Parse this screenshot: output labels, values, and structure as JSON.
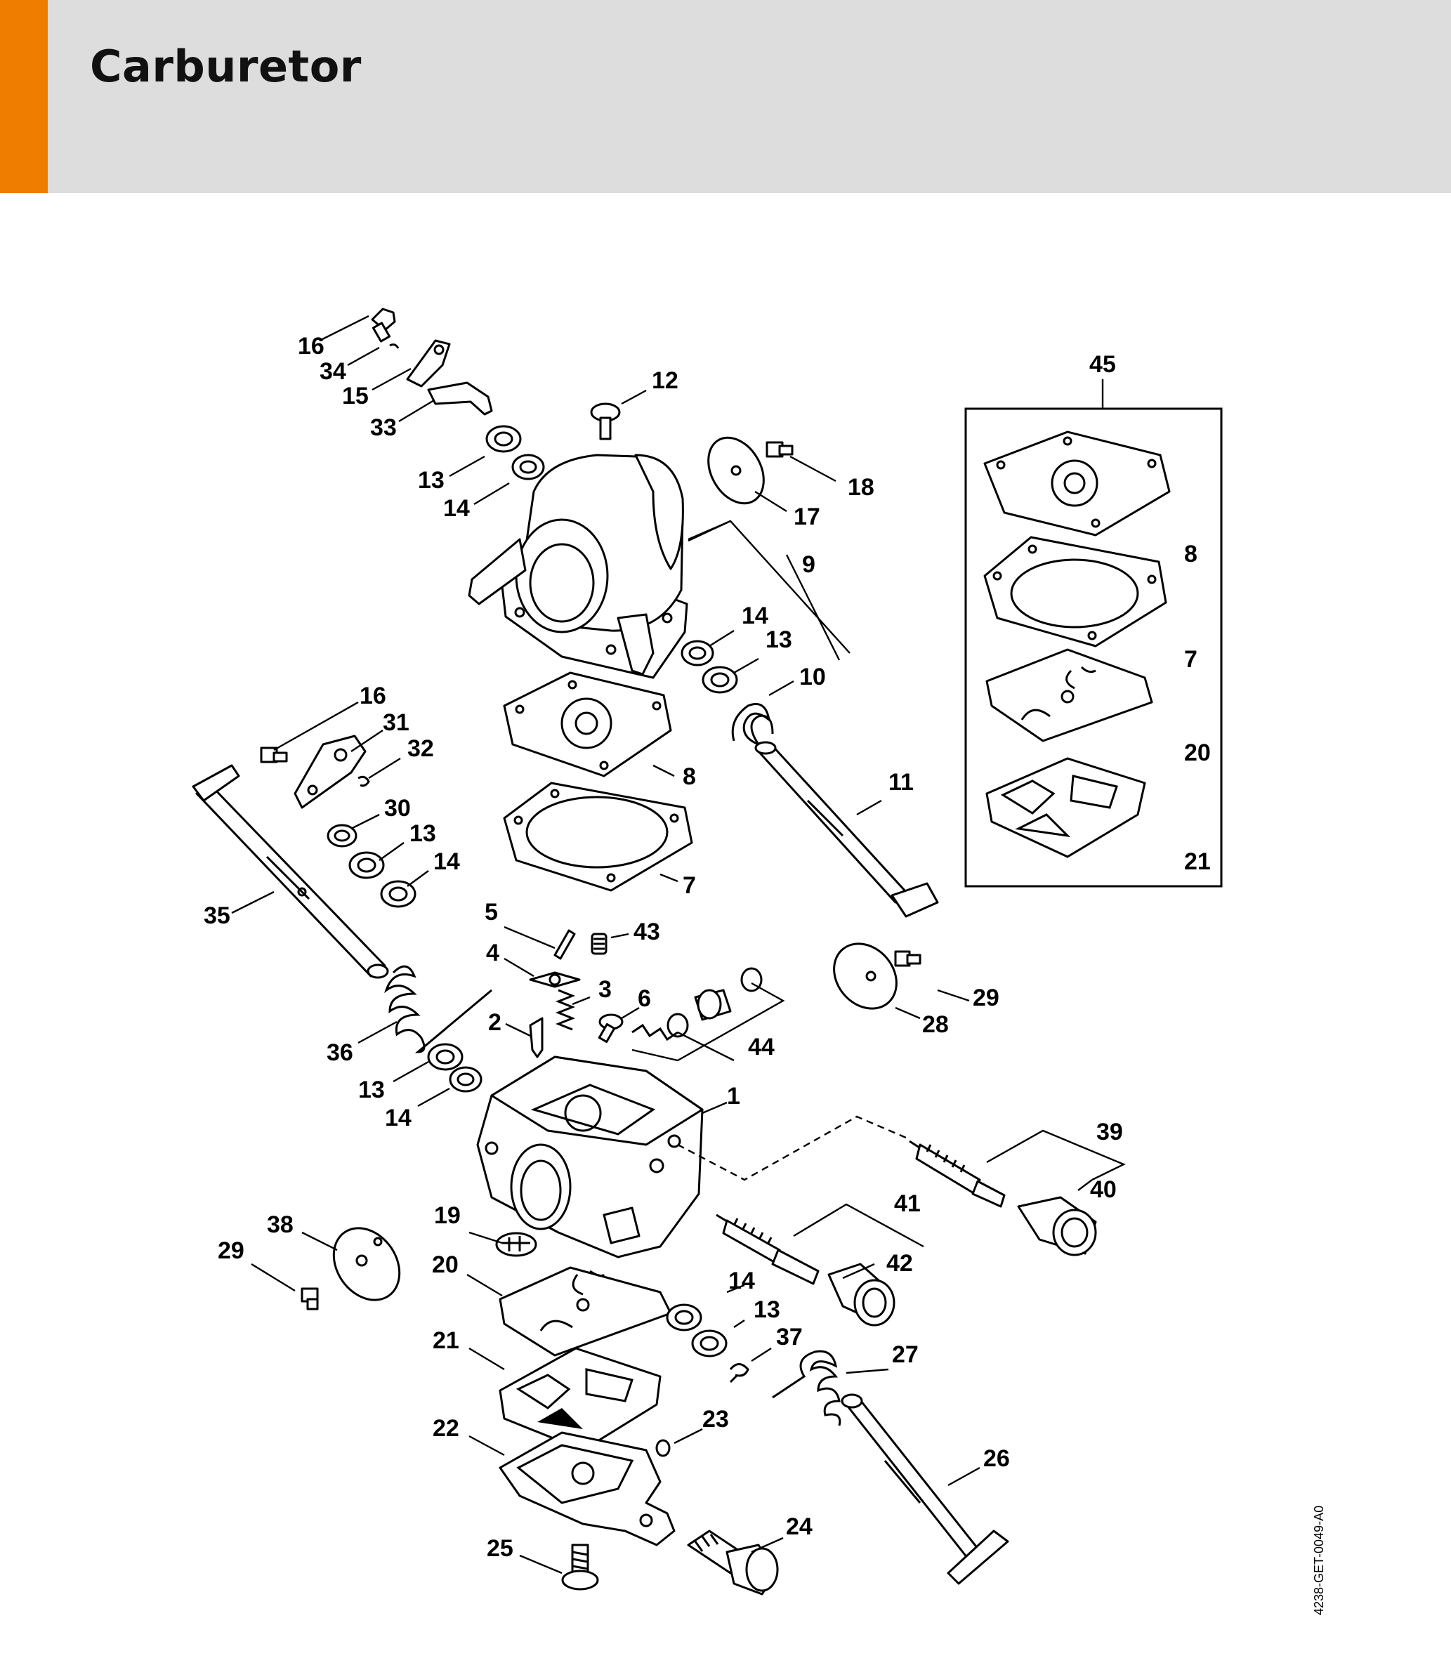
{
  "header": {
    "title": "Carburetor",
    "accent_color": "#ef7d00",
    "band_color": "#dcdddc"
  },
  "document_id": "4238-GET-0049-A0",
  "callouts": {
    "c1": "1",
    "c2": "2",
    "c3": "3",
    "c4": "4",
    "c5": "5",
    "c6": "6",
    "c7a": "7",
    "c7b": "7",
    "c8a": "8",
    "c8b": "8",
    "c9": "9",
    "c10": "10",
    "c11": "11",
    "c12": "12",
    "c13a": "13",
    "c13b": "13",
    "c13c": "13",
    "c13d": "13",
    "c13e": "13",
    "c14a": "14",
    "c14b": "14",
    "c14c": "14",
    "c14d": "14",
    "c14e": "14",
    "c15": "15",
    "c16a": "16",
    "c16b": "16",
    "c17": "17",
    "c18": "18",
    "c19": "19",
    "c20a": "20",
    "c20b": "20",
    "c21a": "21",
    "c21b": "21",
    "c22": "22",
    "c23": "23",
    "c24": "24",
    "c25": "25",
    "c26": "26",
    "c27": "27",
    "c28": "28",
    "c29a": "29",
    "c29b": "29",
    "c30": "30",
    "c31": "31",
    "c32": "32",
    "c33": "33",
    "c34": "34",
    "c35": "35",
    "c36": "36",
    "c37": "37",
    "c38": "38",
    "c39": "39",
    "c40": "40",
    "c41": "41",
    "c42": "42",
    "c43": "43",
    "c44": "44",
    "c45": "45"
  }
}
